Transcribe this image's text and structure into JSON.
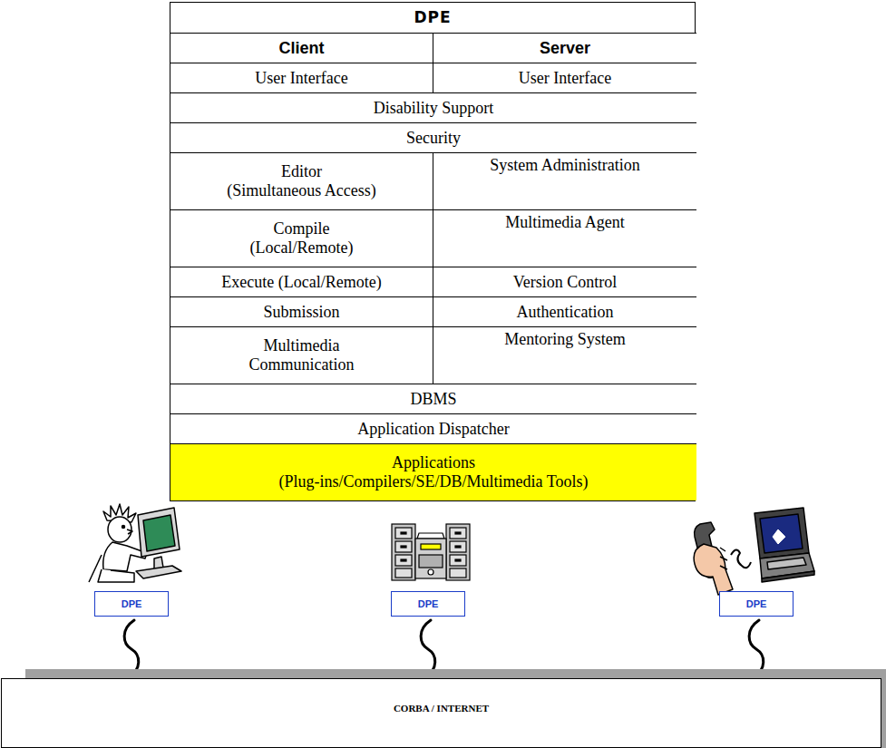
{
  "diagram": {
    "nodes": [
      {
        "text": [
          "DPE"
        ]
      },
      {
        "text": [
          "Client"
        ],
        "in": 0
      },
      {
        "text": [
          "Server"
        ],
        "in": 0
      },
      {
        "text": [
          "User Interface"
        ],
        "in": 0
      },
      {
        "text": [
          "User Interface"
        ],
        "in": 0
      },
      {
        "text": [
          "Disability Support"
        ],
        "in": 0
      },
      {
        "text": [
          "Security"
        ],
        "in": 0
      },
      {
        "text": [
          "Editor",
          "(Simultaneous Access)"
        ],
        "in": 0
      },
      {
        "text": [
          "System Administration"
        ],
        "in": 0
      },
      {
        "text": [
          "Compile",
          "(Local/Remote)"
        ],
        "in": 0
      },
      {
        "text": [
          "Multimedia Agent"
        ],
        "in": 0
      },
      {
        "text": [
          "Execute (Local/Remote)"
        ],
        "in": 0
      },
      {
        "text": [
          "Version Control"
        ],
        "in": 0
      },
      {
        "text": [
          "Submission"
        ],
        "in": 0
      },
      {
        "text": [
          "Authentication"
        ],
        "in": 0
      },
      {
        "text": [
          "Multimedia Communication"
        ],
        "in": 0
      },
      {
        "text": [
          "Mentoring System"
        ],
        "in": 0
      },
      {
        "text": [
          "DBMS"
        ],
        "in": 0
      },
      {
        "text": [
          "Application Dispatcher"
        ],
        "in": 0
      },
      {
        "text": [
          "Applications",
          "(Plug-ins/Compilers/SE/DB/Multimedia Tools)"
        ],
        "in": 0
      },
      {
        "text": [
          "DPE"
        ]
      },
      {
        "text": [
          "DPE"
        ]
      },
      {
        "text": [
          "DPE"
        ]
      },
      {
        "text": [
          "CORBA / INTERNET"
        ]
      }
    ],
    "edges": [
      {
        "from": 20,
        "to": 23,
        "arrow": "none"
      },
      {
        "from": 21,
        "to": 23,
        "arrow": "none"
      },
      {
        "from": 22,
        "to": 23,
        "arrow": "none"
      }
    ]
  }
}
